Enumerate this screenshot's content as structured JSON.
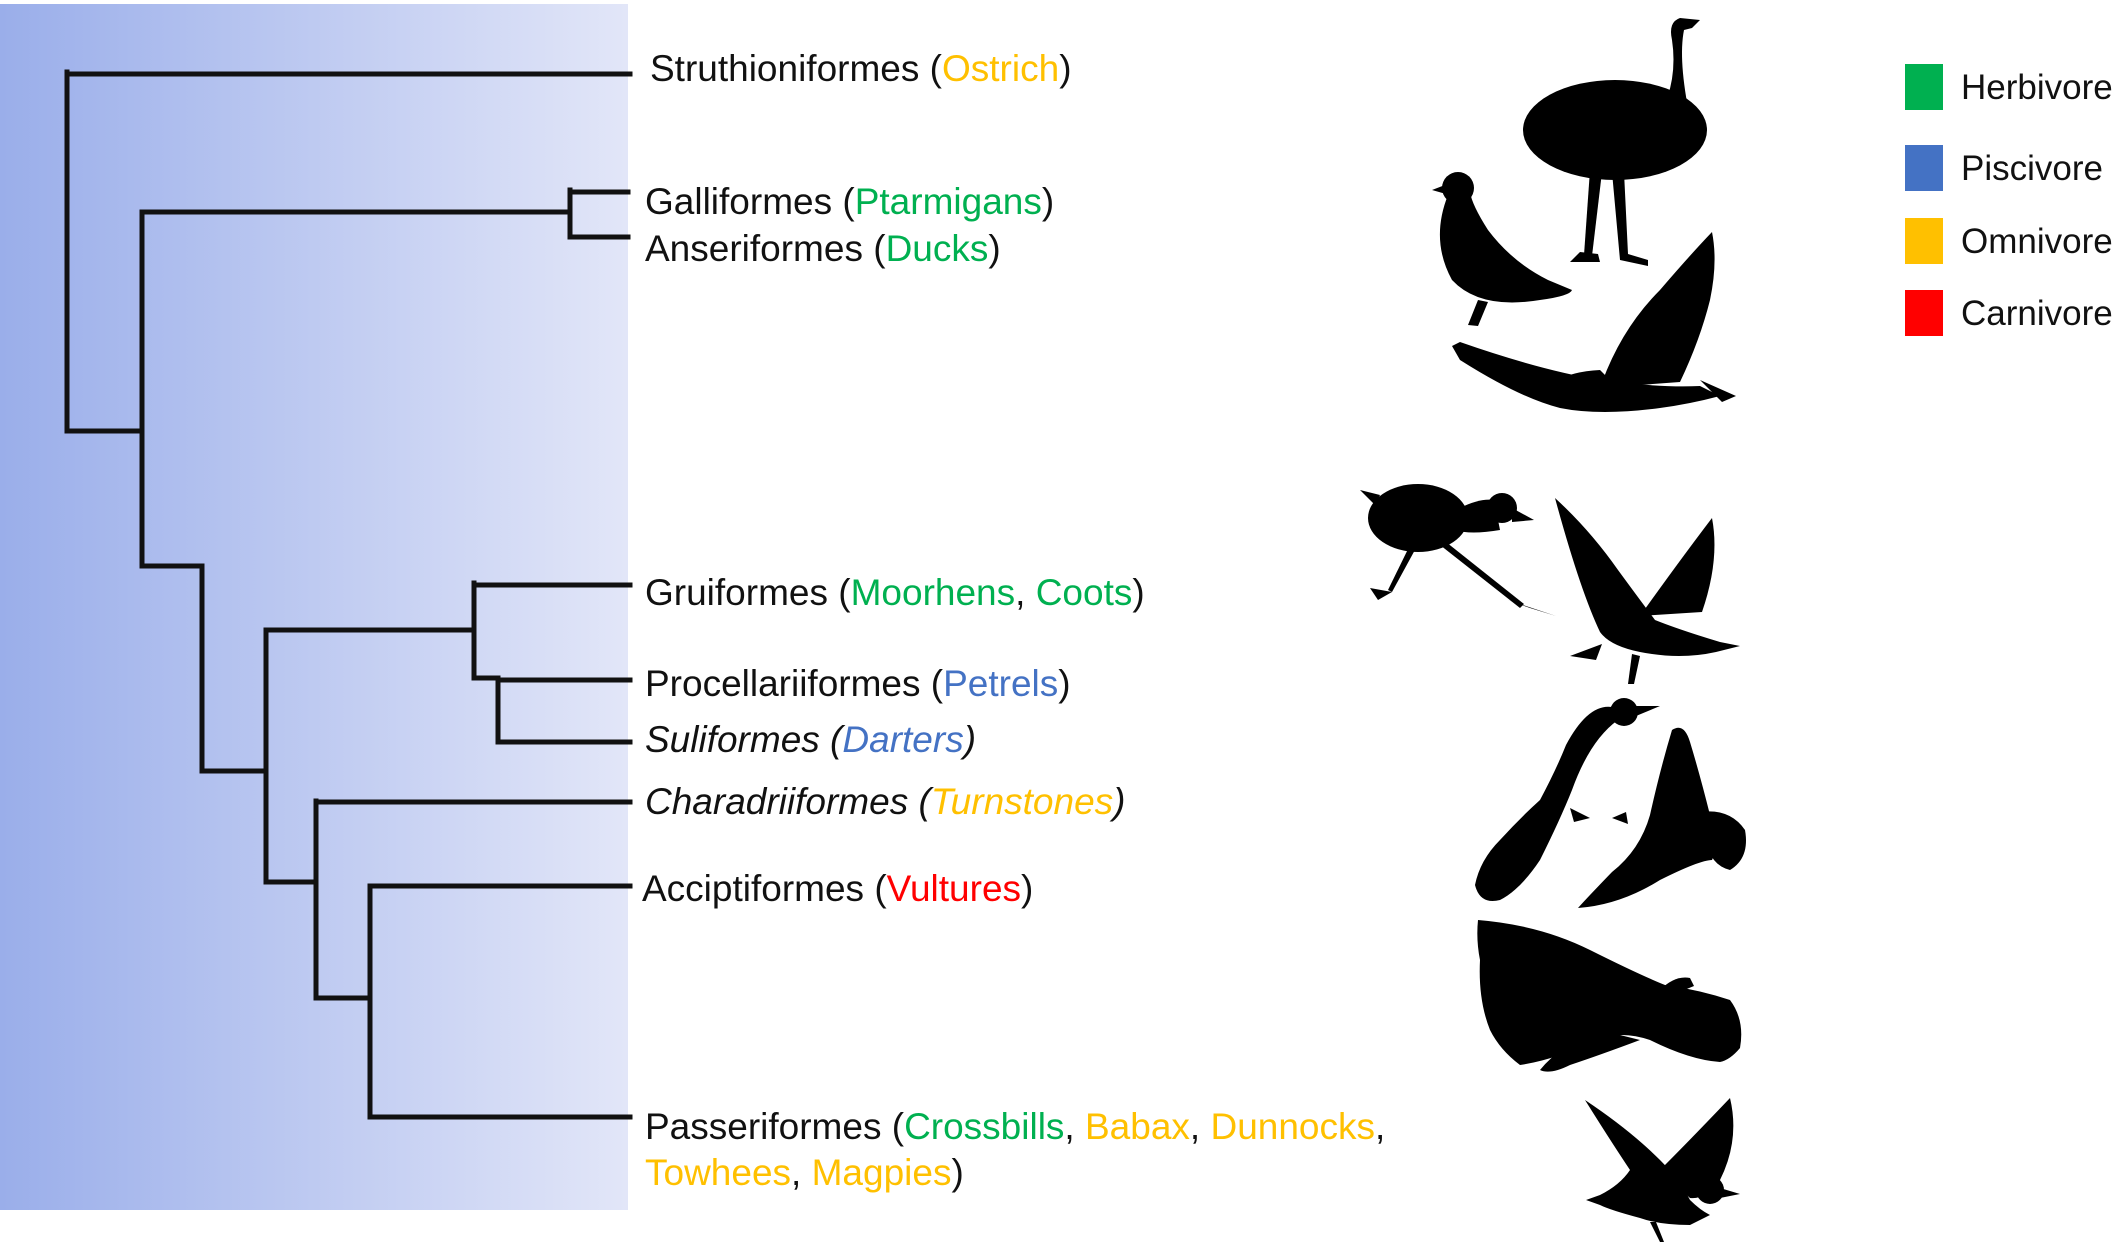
{
  "colors": {
    "Herbivore": "#00b050",
    "Piscivore": "#4472c4",
    "Omnivore": "#ffc000",
    "Carnivore": "#ff0000",
    "panel_left": "#9aaeea",
    "panel_right": "#e2e6f8",
    "ink": "#111111"
  },
  "legend": [
    {
      "label": "Herbivore",
      "color": "#00b050"
    },
    {
      "label": "Piscivore",
      "color": "#4472c4"
    },
    {
      "label": "Omnivore",
      "color": "#ffc000"
    },
    {
      "label": "Carnivore",
      "color": "#ff0000"
    }
  ],
  "taxa": [
    {
      "id": "struthioniformes",
      "order": "Struthioniformes",
      "italic": false,
      "lines": [
        [
          {
            "name": "Ostrich",
            "diet": "Omnivore"
          }
        ]
      ]
    },
    {
      "id": "galliformes",
      "order": "Galliformes",
      "italic": false,
      "lines": [
        [
          {
            "name": "Ptarmigans",
            "diet": "Herbivore"
          }
        ]
      ]
    },
    {
      "id": "anseriformes",
      "order": "Anseriformes",
      "italic": false,
      "lines": [
        [
          {
            "name": "Ducks",
            "diet": "Herbivore"
          }
        ]
      ]
    },
    {
      "id": "gruiformes",
      "order": "Gruiformes",
      "italic": false,
      "lines": [
        [
          {
            "name": "Moorhens",
            "diet": "Herbivore"
          },
          {
            "name": "Coots",
            "diet": "Herbivore"
          }
        ]
      ]
    },
    {
      "id": "procellariiformes",
      "order": "Procellariiformes",
      "italic": false,
      "lines": [
        [
          {
            "name": "Petrels",
            "diet": "Piscivore"
          }
        ]
      ]
    },
    {
      "id": "suliformes",
      "order": "Suliformes",
      "italic": true,
      "lines": [
        [
          {
            "name": "Darters",
            "diet": "Piscivore"
          }
        ]
      ]
    },
    {
      "id": "charadriiformes",
      "order": "Charadriiformes",
      "italic": true,
      "lines": [
        [
          {
            "name": "Turnstones",
            "diet": "Omnivore"
          }
        ]
      ]
    },
    {
      "id": "acciptiformes",
      "order": "Acciptiformes",
      "italic": false,
      "lines": [
        [
          {
            "name": "Vultures",
            "diet": "Carnivore"
          }
        ]
      ]
    },
    {
      "id": "passeriformes",
      "order": "Passeriformes",
      "italic": false,
      "lines": [
        [
          {
            "name": "Crossbills",
            "diet": "Herbivore"
          },
          {
            "name": "Babax",
            "diet": "Omnivore"
          },
          {
            "name": "Dunnocks",
            "diet": "Omnivore"
          }
        ],
        [
          {
            "name": "Towhees",
            "diet": "Omnivore"
          },
          {
            "name": "Magpies",
            "diet": "Omnivore"
          }
        ]
      ]
    }
  ],
  "silhouettes": [
    "ostrich-silhouette-icon",
    "ptarmigan-silhouette-icon",
    "goose-silhouette-icon",
    "moorhen-silhouette-icon",
    "petrel-silhouette-icon",
    "darter-silhouette-icon",
    "turnstone-silhouette-icon",
    "vulture-silhouette-icon",
    "passerine-silhouette-icon"
  ]
}
